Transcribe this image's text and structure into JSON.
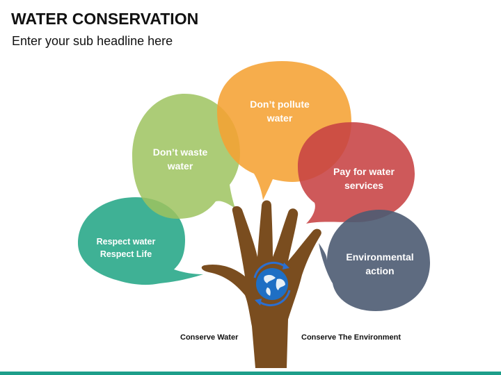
{
  "title": "WATER CONSERVATION",
  "subtitle": "Enter your sub headline here",
  "bubbles": [
    {
      "id": "waste",
      "label_line1": "Don’t waste",
      "label_line2": "water",
      "color": "#9dc35f"
    },
    {
      "id": "pollute",
      "label_line1": "Don’t pollute",
      "label_line2": "water",
      "color": "#f5a233"
    },
    {
      "id": "pay",
      "label_line1": "Pay for water",
      "label_line2": "services",
      "color": "#c74243"
    },
    {
      "id": "respect",
      "label_line1": "Respect water",
      "label_line2": "Respect Life",
      "color": "#2aa889"
    },
    {
      "id": "env",
      "label_line1": "Environmental",
      "label_line2": "action",
      "color": "#4d5b72"
    }
  ],
  "captions": {
    "left": "Conserve Water",
    "right": "Conserve The Environment"
  },
  "colors": {
    "hand": "#7a4d1f",
    "globe_ocean": "#1f6fc4",
    "globe_ring": "#2b6fd0",
    "footer": "#1d9e8a"
  },
  "icons": {
    "hand": "hand-icon",
    "globe": "globe-icon"
  }
}
